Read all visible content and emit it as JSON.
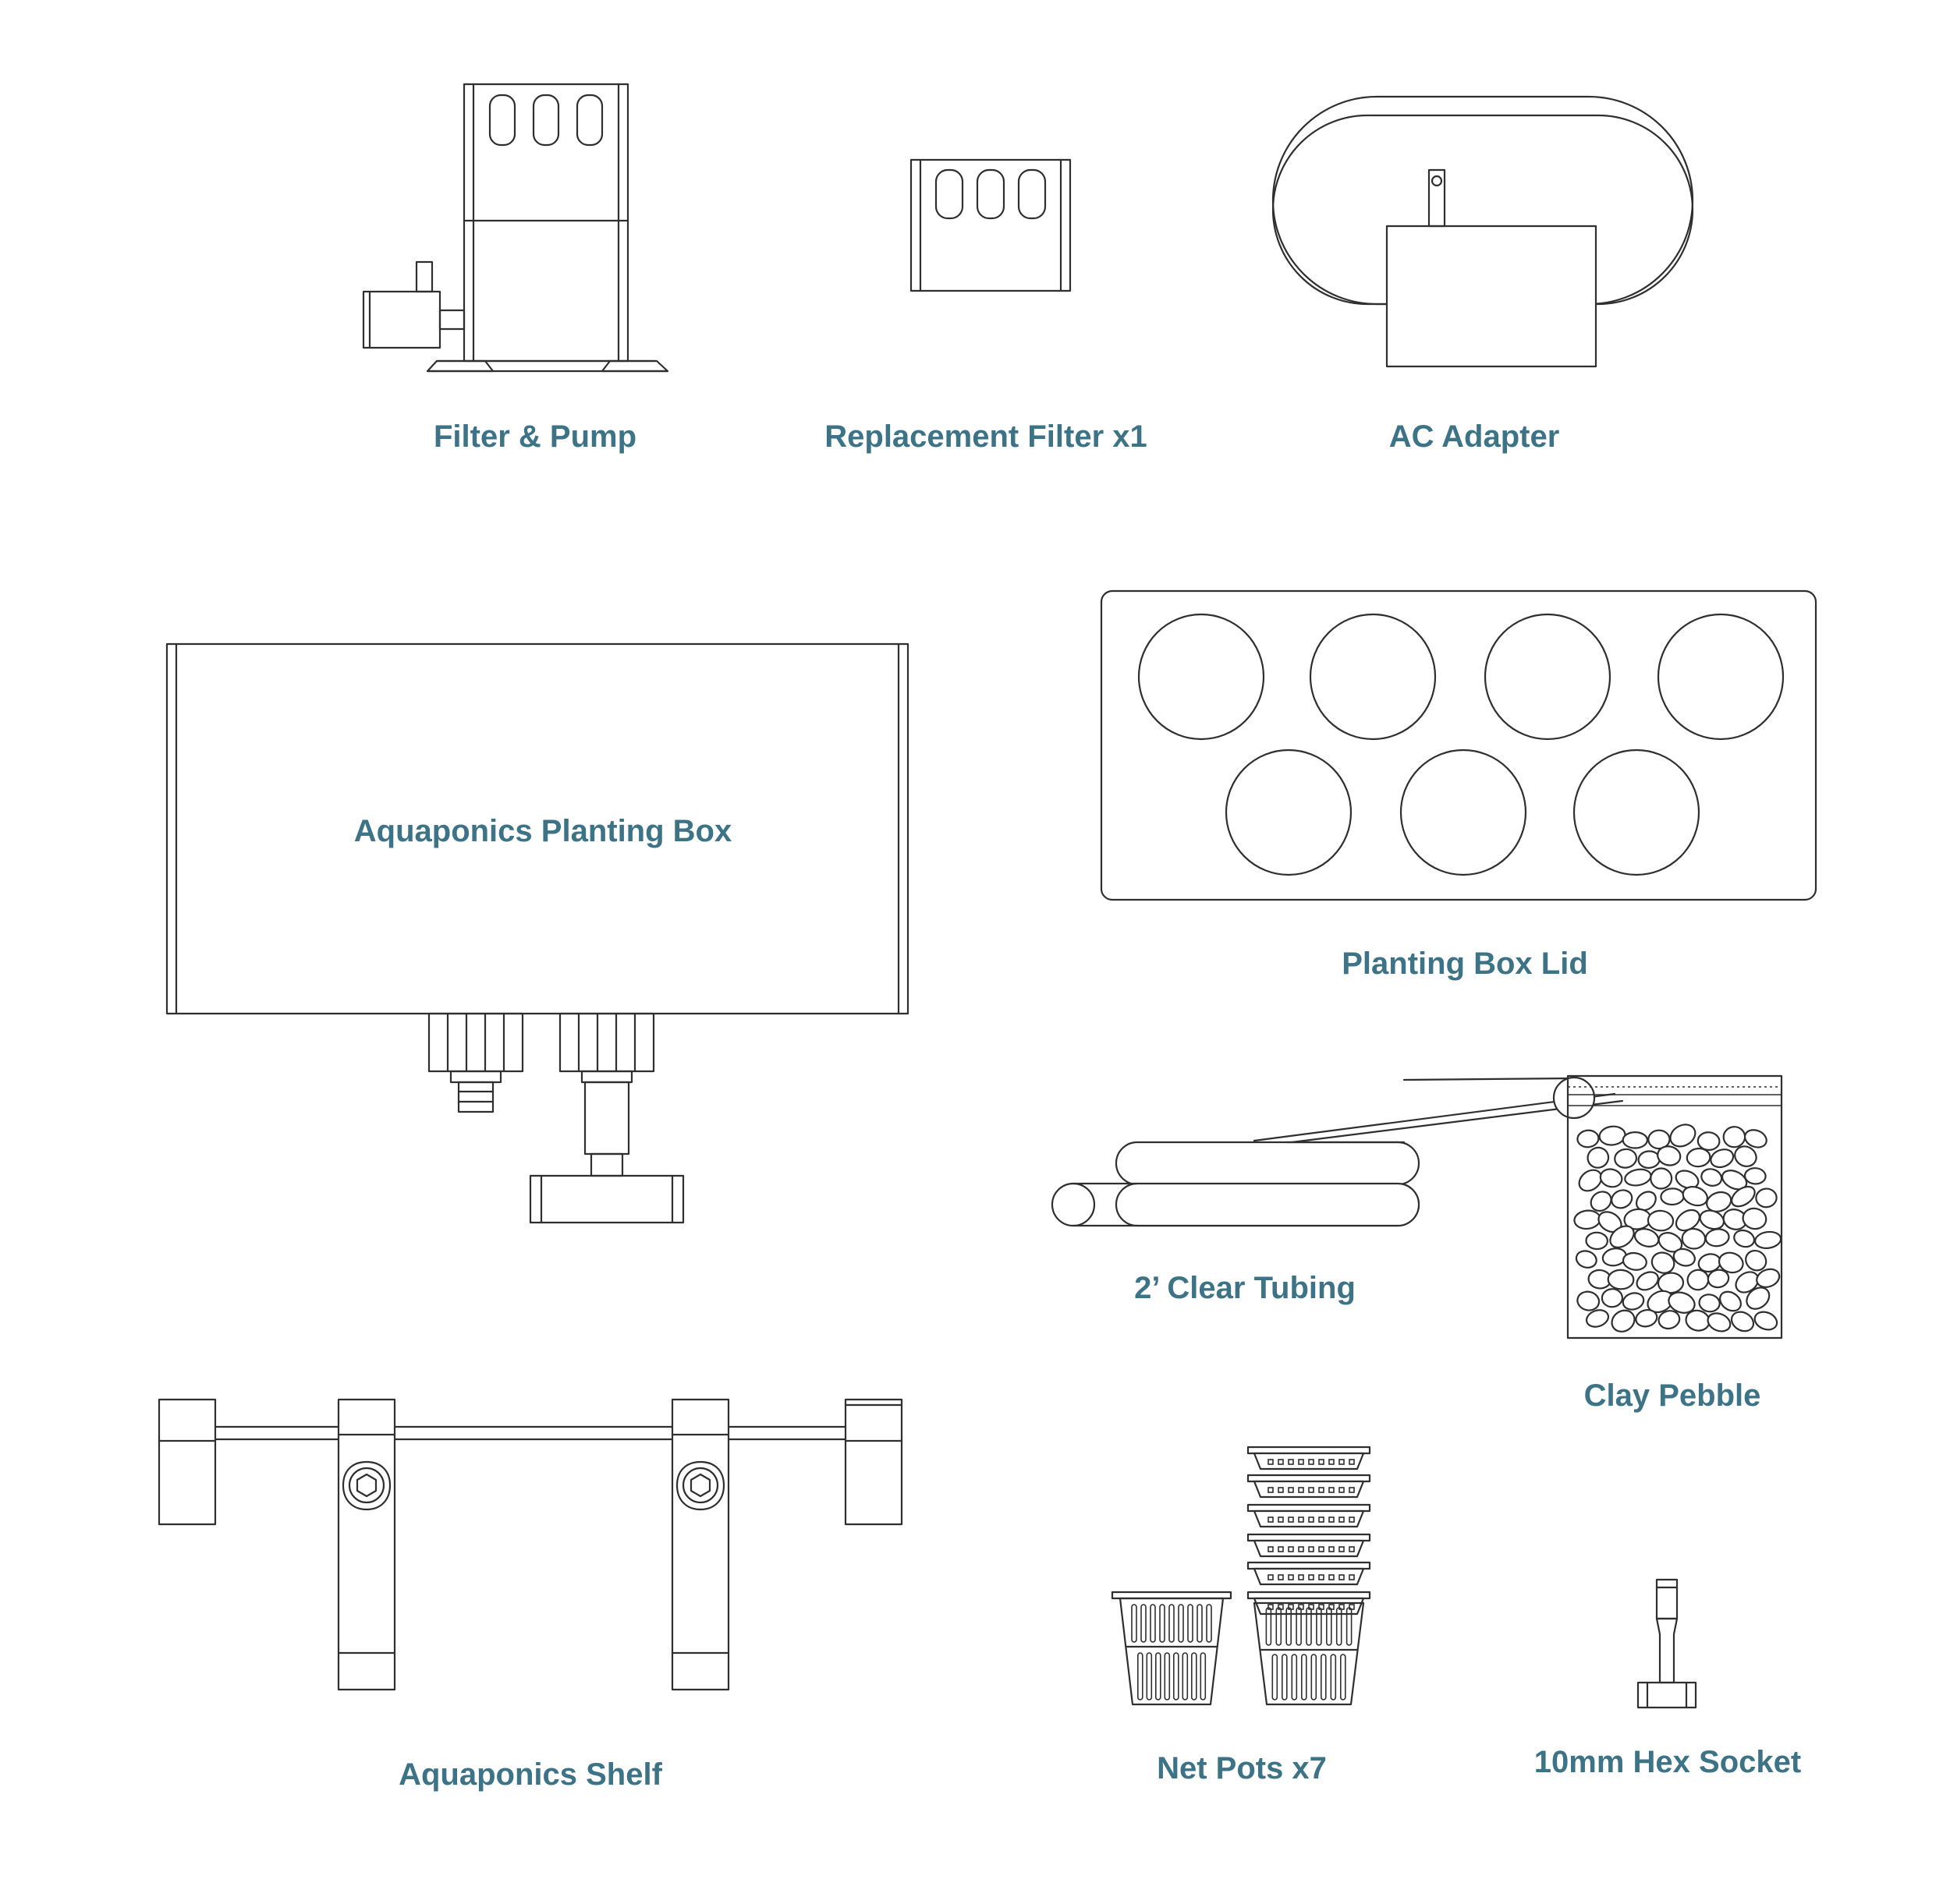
{
  "colors": {
    "label": "#3d7387",
    "line": "#2f2f2f",
    "background": "#ffffff"
  },
  "items": [
    {
      "id": "filter-pump",
      "label": "Filter & Pump"
    },
    {
      "id": "replacement-filter",
      "label": "Replacement Filter x1"
    },
    {
      "id": "ac-adapter",
      "label": "AC Adapter"
    },
    {
      "id": "planting-box",
      "label": "Aquaponics Planting Box"
    },
    {
      "id": "planting-box-lid",
      "label": "Planting Box Lid"
    },
    {
      "id": "clear-tubing",
      "label": "2’ Clear Tubing"
    },
    {
      "id": "clay-pebble",
      "label": "Clay Pebble"
    },
    {
      "id": "shelf",
      "label": "Aquaponics Shelf"
    },
    {
      "id": "net-pots",
      "label": "Net Pots x7"
    },
    {
      "id": "hex-socket",
      "label": "10mm Hex Socket"
    }
  ]
}
